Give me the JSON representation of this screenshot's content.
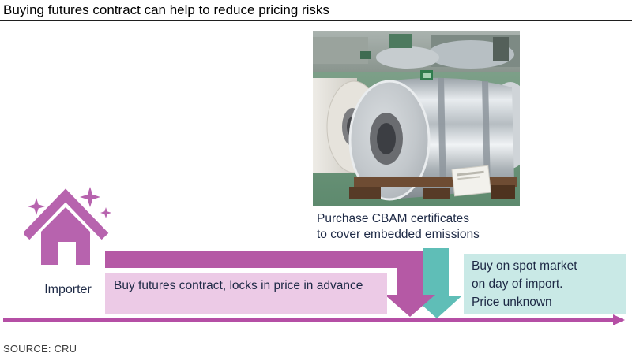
{
  "header": {
    "title": "Buying futures contract can help to reduce pricing risks"
  },
  "footer": {
    "source": "SOURCE: CRU"
  },
  "diagram": {
    "importer_label": "Importer",
    "cbam_note_line1": "Purchase CBAM certificates",
    "cbam_note_line2": "to cover embedded emissions",
    "futures_box_text": "Buy futures contract, locks in price in advance",
    "spot_box_line1": "Buy on spot market",
    "spot_box_line2": "on day of import.",
    "spot_box_line3": "Price unknown"
  },
  "icons": {
    "house": "house-icon",
    "sparkles": "sparkle-icon",
    "photo": "steel-coils-photo"
  },
  "colors": {
    "magenta_arrow": "#b559a5",
    "house_magenta": "#b763ae",
    "teal_arrow": "#5fbeb7",
    "futures_box_bg": "#eccae6",
    "spot_box_bg": "#c9e9e6",
    "text_navy": "#1d2945"
  }
}
